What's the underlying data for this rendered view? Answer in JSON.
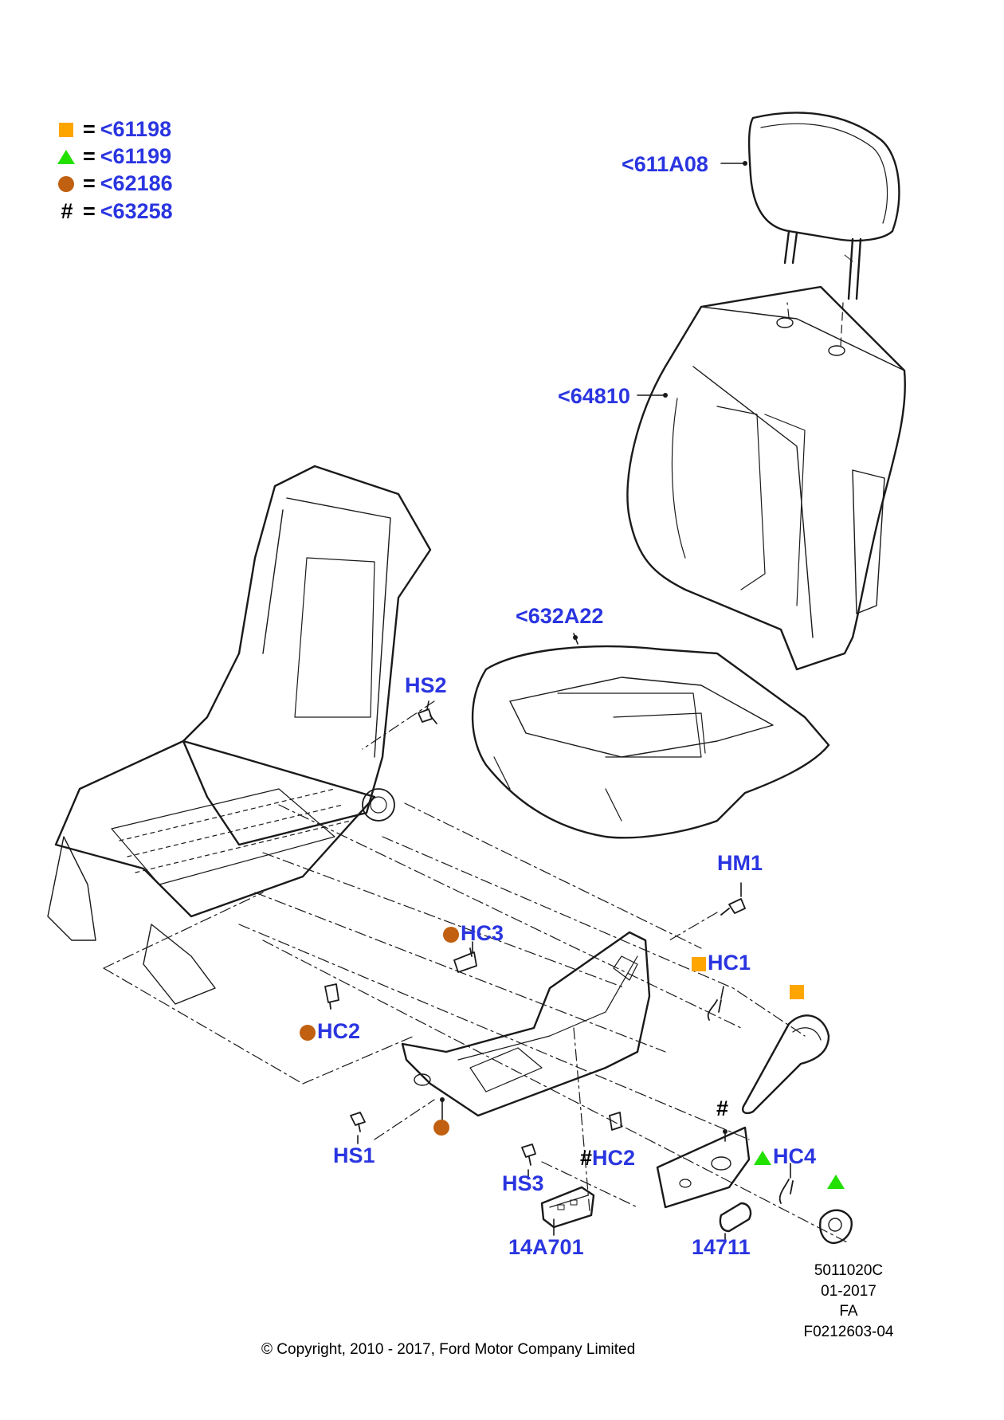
{
  "colors": {
    "callout": "#2a35e0",
    "square": "#ffa500",
    "triangle": "#22e000",
    "circle": "#c06010",
    "line": "#1a1a1a"
  },
  "legend": [
    {
      "symbol": "square",
      "equals": "=",
      "code": "<61198"
    },
    {
      "symbol": "triangle",
      "equals": "=",
      "code": "<61199"
    },
    {
      "symbol": "circle",
      "equals": "=",
      "code": "<62186"
    },
    {
      "symbol": "hash",
      "hash_text": "#",
      "equals": "=",
      "code": "<63258"
    }
  ],
  "callouts": {
    "headrest": "<611A08",
    "backrest_cover": "<64810",
    "cushion_cover": "<632A22",
    "hs2": "HS2",
    "hm1": "HM1",
    "hc3": "HC3",
    "hc1": "HC1",
    "hc2_left": "HC2",
    "hs1": "HS1",
    "hs3": "HS3",
    "hc2_right": "HC2",
    "hash_above_bezel": "#",
    "hash_hc2": "#",
    "hc4": "HC4",
    "part_14a701": "14A701",
    "part_14711": "14711"
  },
  "info": {
    "line1": "5011020C",
    "line2": "01-2017",
    "line3": "FA",
    "line4": "F0212603-04"
  },
  "copyright": "© Copyright, 2010 - 2017, Ford Motor Company Limited"
}
